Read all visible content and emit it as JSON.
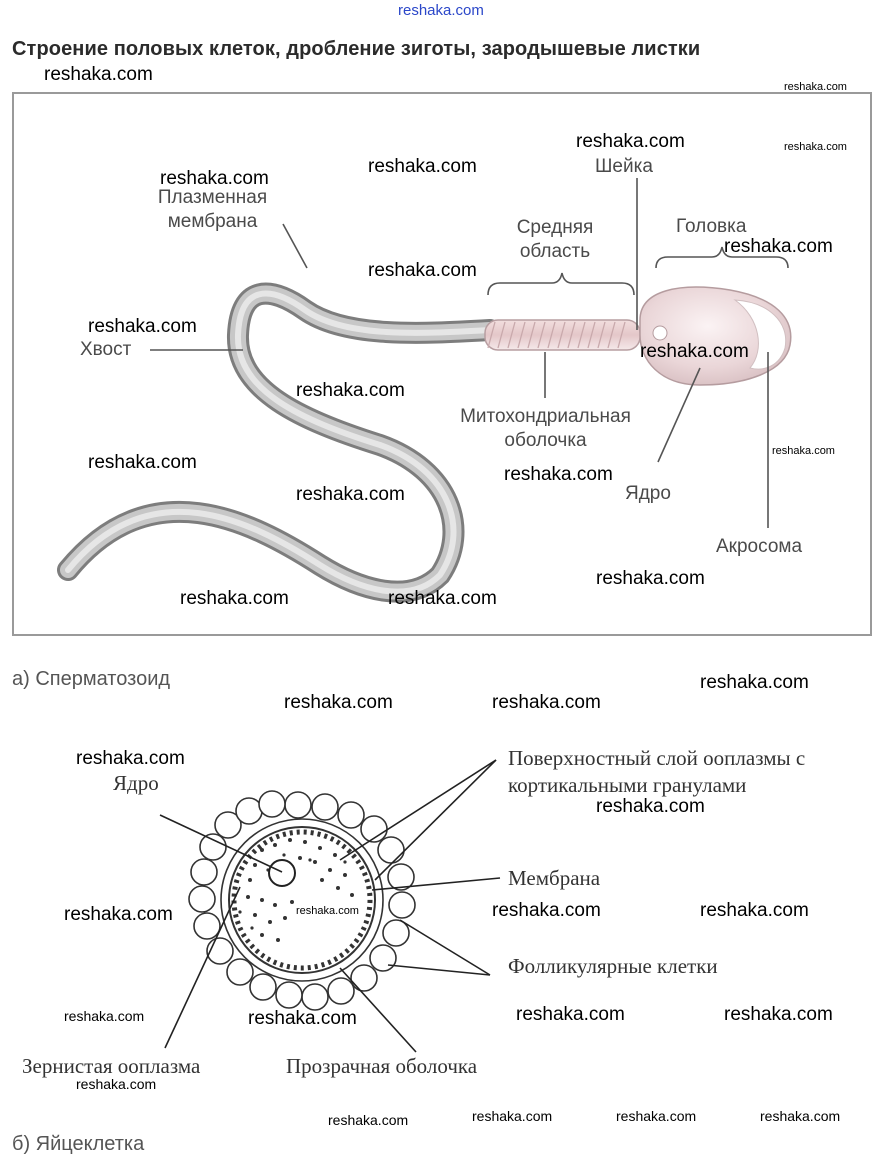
{
  "header": {
    "site": "reshaka.com",
    "title": "Строение половых клеток, дробление зиготы, зародышевые листки"
  },
  "sperm": {
    "labels": {
      "neck": "Шейка",
      "plasma_membrane": "Плазменная\nмембрана",
      "middle_region": "Средняя\nобласть",
      "head": "Головка",
      "tail": "Хвост",
      "mito_sheath": "Митохондриальная\nоболочка",
      "nucleus": "Ядро",
      "acrosome": "Акросома"
    },
    "caption": "а) Сперматозоид"
  },
  "egg": {
    "labels": {
      "nucleus": "Ядро",
      "surface_layer": "Поверхностный  слой ооплазмы с\nкортикальными гранулами",
      "membrane": "Мембрана",
      "follicular": "Фолликулярные клетки",
      "granular": "Зернистая ооплазма",
      "zona": "Прозрачная оболочка"
    },
    "caption": "б) Яйцеклетка"
  },
  "watermark": "reshaka.com"
}
